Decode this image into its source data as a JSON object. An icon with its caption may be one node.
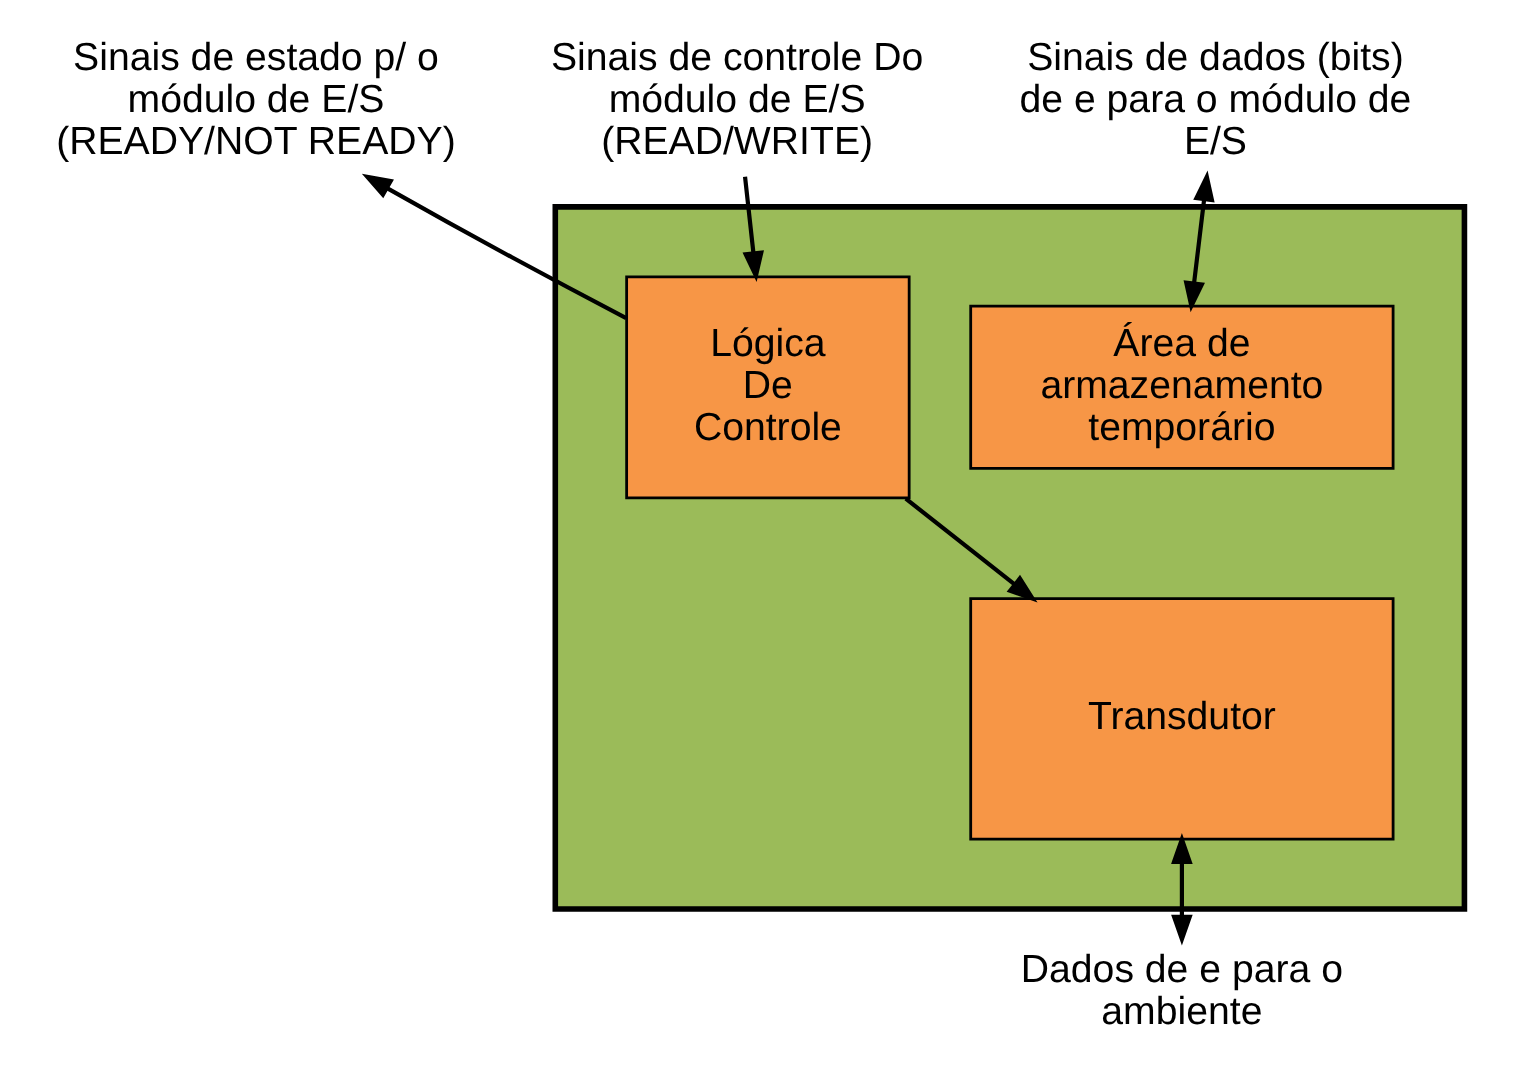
{
  "diagram": {
    "nodes": [
      {
        "text": [],
        "shape": "box"
      },
      {
        "text": [
          "Sinais de controle Do módulo de E/S (READ/WRITE)"
        ]
      },
      {
        "text": [
          "Sinais de estado p/ o módulo de E/S (READY/NOT READY)"
        ]
      },
      {
        "text": [
          "Sinais de dados (bits) de e para o módulo de E/S"
        ]
      },
      {
        "text": [
          "Lógica De Controle"
        ],
        "in": 0
      },
      {
        "text": [
          "Área de armazenamento temporário"
        ],
        "in": 0
      },
      {
        "text": [
          "Transdutor"
        ],
        "in": 0
      },
      {
        "text": [
          "Dados de e para o ambiente"
        ]
      }
    ],
    "edges": [
      {
        "from": 1,
        "to": 4,
        "arrow": "to"
      },
      {
        "from": 4,
        "to": 2,
        "arrow": "to"
      },
      {
        "from": 3,
        "to": 5,
        "arrow": "both"
      },
      {
        "from": 4,
        "to": 6,
        "arrow": "to"
      },
      {
        "from": 6,
        "to": 7,
        "arrow": "both"
      }
    ]
  }
}
